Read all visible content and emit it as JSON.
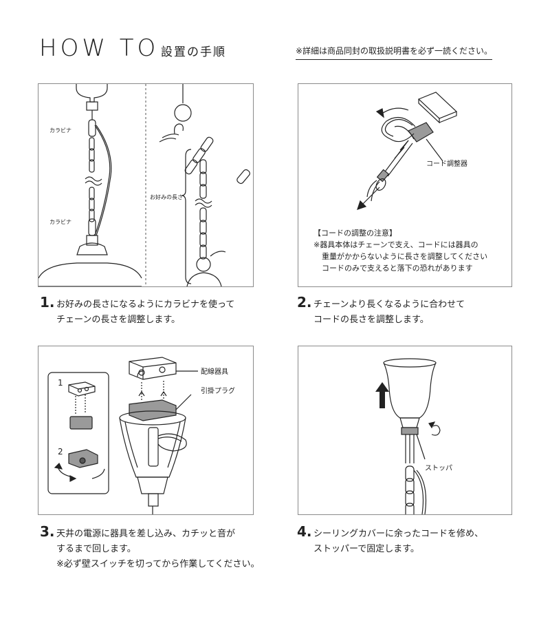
{
  "header": {
    "title": "HOW TO",
    "subtitle": "設置の手順",
    "note": "※詳細は商品同封の取扱説明書を必ず一読ください。"
  },
  "panel1": {
    "label_carabiner_top": "カラビナ",
    "label_carabiner_bottom": "カラビナ",
    "label_length": "お好みの長さ"
  },
  "panel2": {
    "label_cord_adjuster": "コード調整器",
    "caution_title": "【コードの調整の注意】",
    "caution_line1": "※器具本体はチェーンで支え、コードには器具の",
    "caution_line2": "重量がかからないように長さを調整してください",
    "caution_line3": "コードのみで支えると落下の恐れがあります"
  },
  "panel3": {
    "label_wiring": "配線器具",
    "label_plug": "引掛プラグ",
    "inset_num1": "1",
    "inset_num2": "2"
  },
  "panel4": {
    "label_stopper": "ストッパ"
  },
  "steps": [
    {
      "num": "1.",
      "line1": "お好みの長さになるようにカラビナを使って",
      "line2": "チェーンの長さを調整します。",
      "line3": ""
    },
    {
      "num": "2.",
      "line1": "チェーンより長くなるように合わせて",
      "line2": "コードの長さを調整します。",
      "line3": ""
    },
    {
      "num": "3.",
      "line1": "天井の電源に器具を差し込み、カチッと音が",
      "line2": "するまで回します。",
      "line3": "※必ず壁スイッチを切ってから作業してください。"
    },
    {
      "num": "4.",
      "line1": "シーリングカバーに余ったコードを修め、",
      "line2": "ストッパーで固定します。",
      "line3": ""
    }
  ],
  "colors": {
    "line": "#222222",
    "panel_border": "#8a8a8a",
    "fill_gray": "#9a9a9a",
    "fill_dark": "#555555"
  }
}
